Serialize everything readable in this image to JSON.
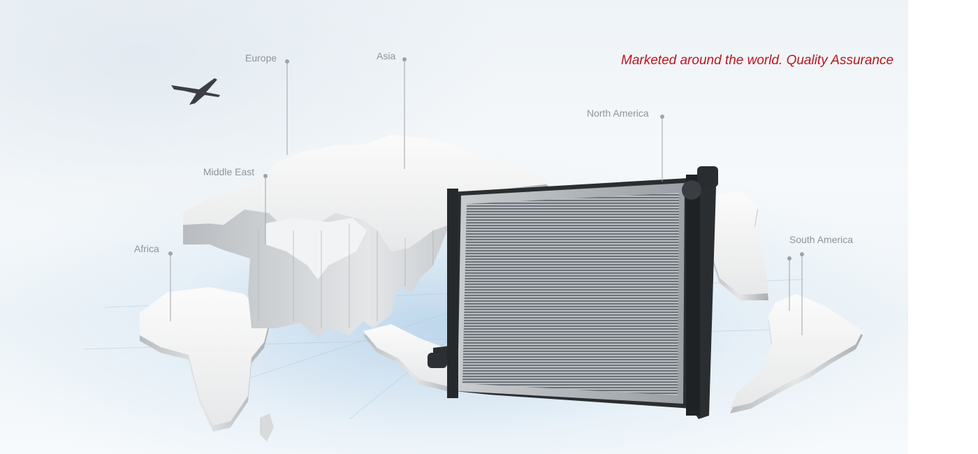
{
  "banner": {
    "tagline": "Marketed around the world. Quality Assurance",
    "regions": [
      {
        "key": "europe",
        "label": "Europe"
      },
      {
        "key": "asia",
        "label": "Asia"
      },
      {
        "key": "north_america",
        "label": "North America"
      },
      {
        "key": "middle_east",
        "label": "Middle East"
      },
      {
        "key": "africa",
        "label": "Africa"
      },
      {
        "key": "south_america",
        "label": "South America"
      }
    ],
    "icons": [
      "airplane-icon",
      "world-map-image",
      "radiator-image"
    ],
    "colors": {
      "tagline": "#c0131b",
      "labels": "#8f9499",
      "accent_blue": "#9bc1e0"
    }
  }
}
